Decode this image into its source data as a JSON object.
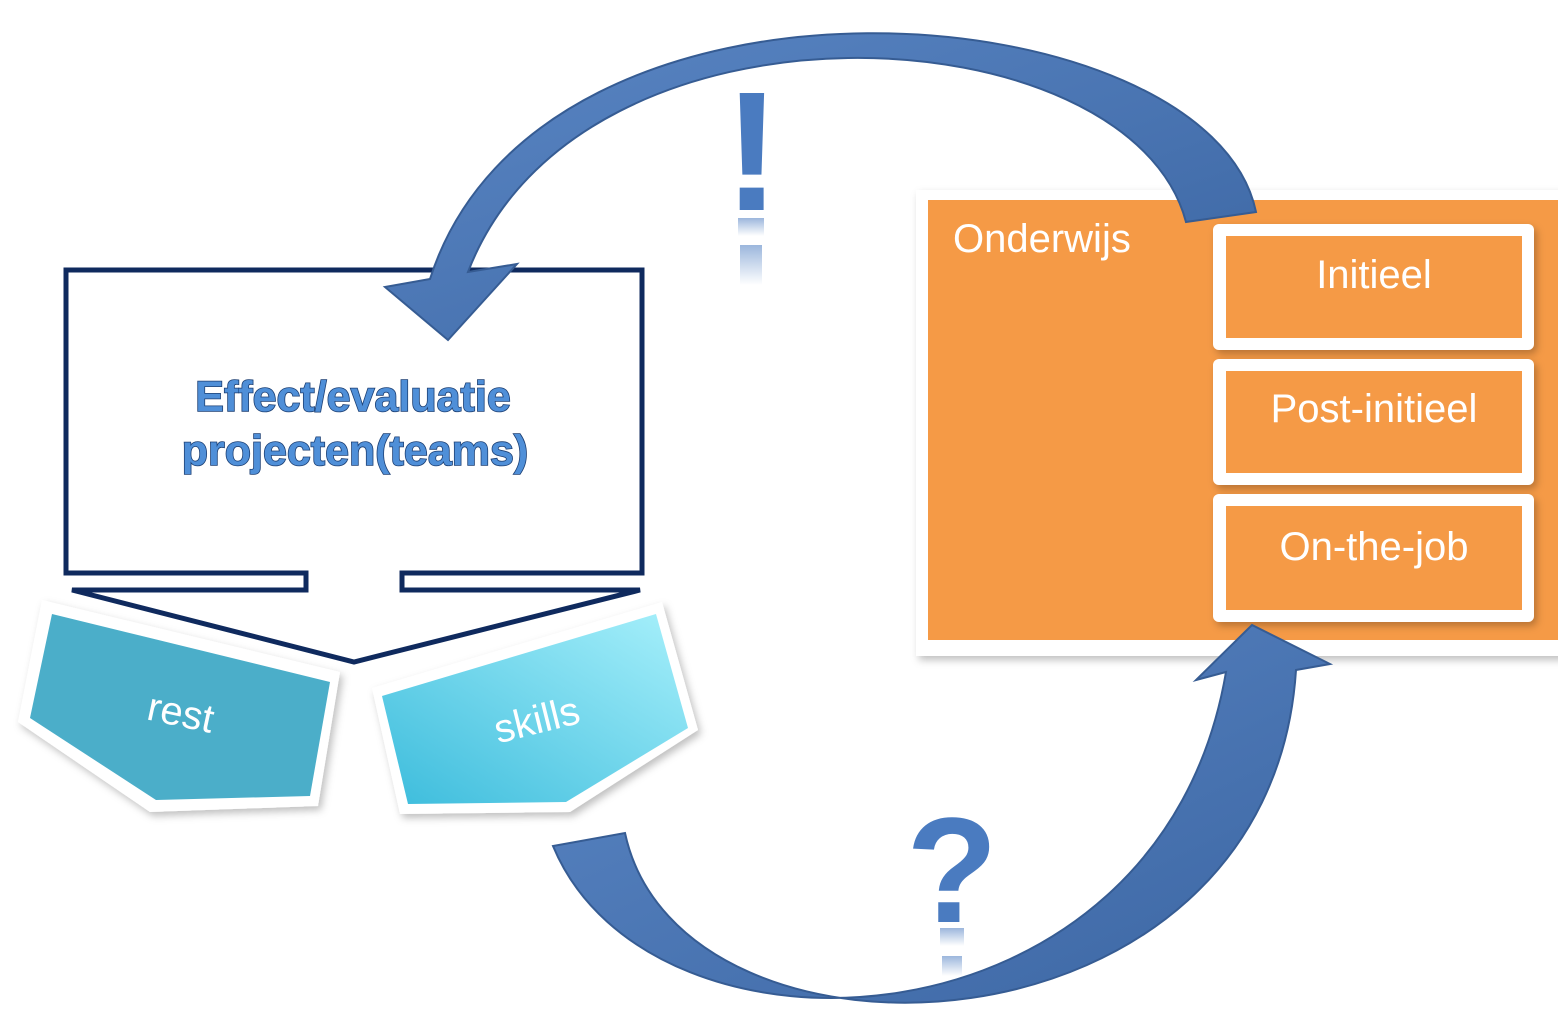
{
  "diagram": {
    "education_box": {
      "title": "Onderwijs",
      "items": [
        "Initieel",
        "Post-initieel",
        "On-the-job"
      ]
    },
    "effect_box": {
      "lines": [
        "Effect/evaluatie",
        "projecten(teams)"
      ]
    },
    "tiles": {
      "left": "rest",
      "right": "skills"
    },
    "marks": {
      "exclamation": "!",
      "question": "?"
    },
    "colors": {
      "arrow": "#4a76b3",
      "arrow_dark": "#365c93",
      "orange": "#f59a46",
      "navy": "#0f2a5e",
      "teal_left": "#4baec9",
      "teal_right_start": "#3cbcdc",
      "teal_right_end": "#a7f0fb",
      "mark_blue": "#4a7bc0"
    }
  }
}
